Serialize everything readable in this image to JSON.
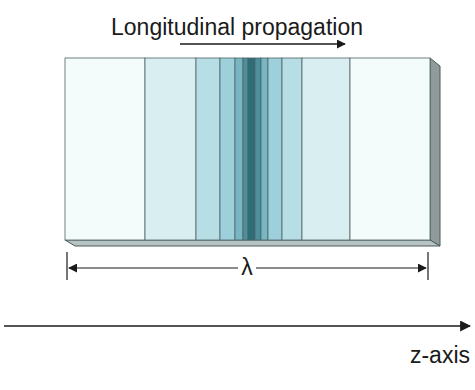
{
  "diagram": {
    "title": "Longitudinal propagation",
    "labels": [
      "λ",
      "z-axis"
    ]
  }
}
